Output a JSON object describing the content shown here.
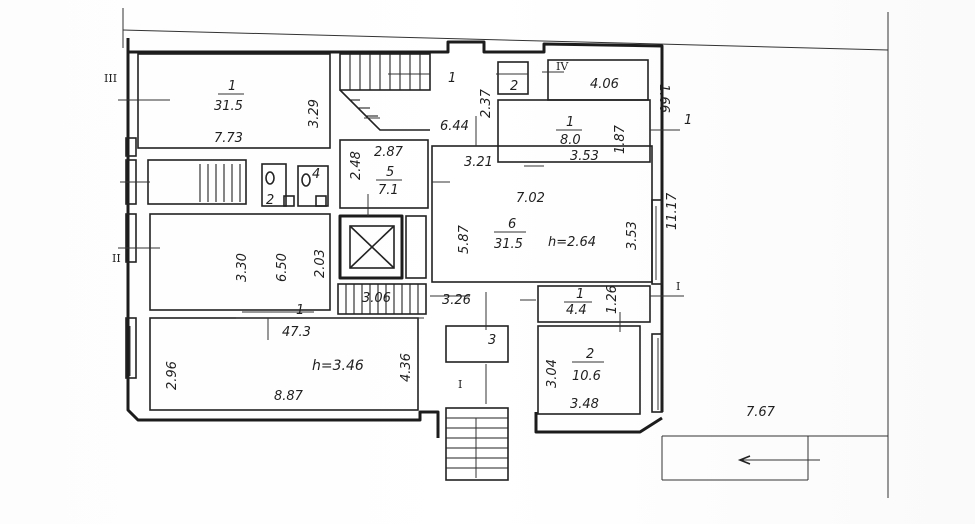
{
  "plan": {
    "roman_markers": [
      "III",
      "II",
      "IV",
      "I",
      "I"
    ],
    "rooms": [
      {
        "id": "r-top-left",
        "number": "1",
        "area": "31.5",
        "dims": [
          "3.29",
          "7.73"
        ]
      },
      {
        "id": "r-stair-top",
        "number": "1"
      },
      {
        "id": "r-small-2",
        "number": "2"
      },
      {
        "id": "r-top-right",
        "number": "1",
        "area": "8.0",
        "dims": [
          "3.53",
          "1.87"
        ]
      },
      {
        "id": "r-5",
        "number": "5",
        "area": "7.1",
        "dims": [
          "2.87",
          "2.48"
        ]
      },
      {
        "id": "r-4",
        "number": "4"
      },
      {
        "id": "r-6",
        "number": "6",
        "area": "31.5",
        "dims": [
          "7.02",
          "5.87",
          "3.53"
        ],
        "height": "h=2.64"
      },
      {
        "id": "r-small-right",
        "number": "1",
        "area": "4.4",
        "dims": [
          "1.26"
        ]
      },
      {
        "id": "r-2",
        "number": "2",
        "area": "10.6",
        "dims": [
          "3.04",
          "3.48"
        ]
      },
      {
        "id": "r-3",
        "number": "3"
      },
      {
        "id": "r-left-mid",
        "dims": [
          "3.30",
          "6.50",
          "2.03"
        ]
      },
      {
        "id": "r-main",
        "number": "1",
        "area": "47.3",
        "dims": [
          "2.96",
          "8.87",
          "4.36"
        ],
        "height": "h=3.46"
      }
    ],
    "loose_dims": [
      "4.06",
      "1.66",
      "2.37",
      "6.44",
      "3.21",
      "3.26",
      "3.06",
      "11.17",
      "7.67"
    ],
    "small_symbols": [
      "2",
      "1"
    ]
  }
}
